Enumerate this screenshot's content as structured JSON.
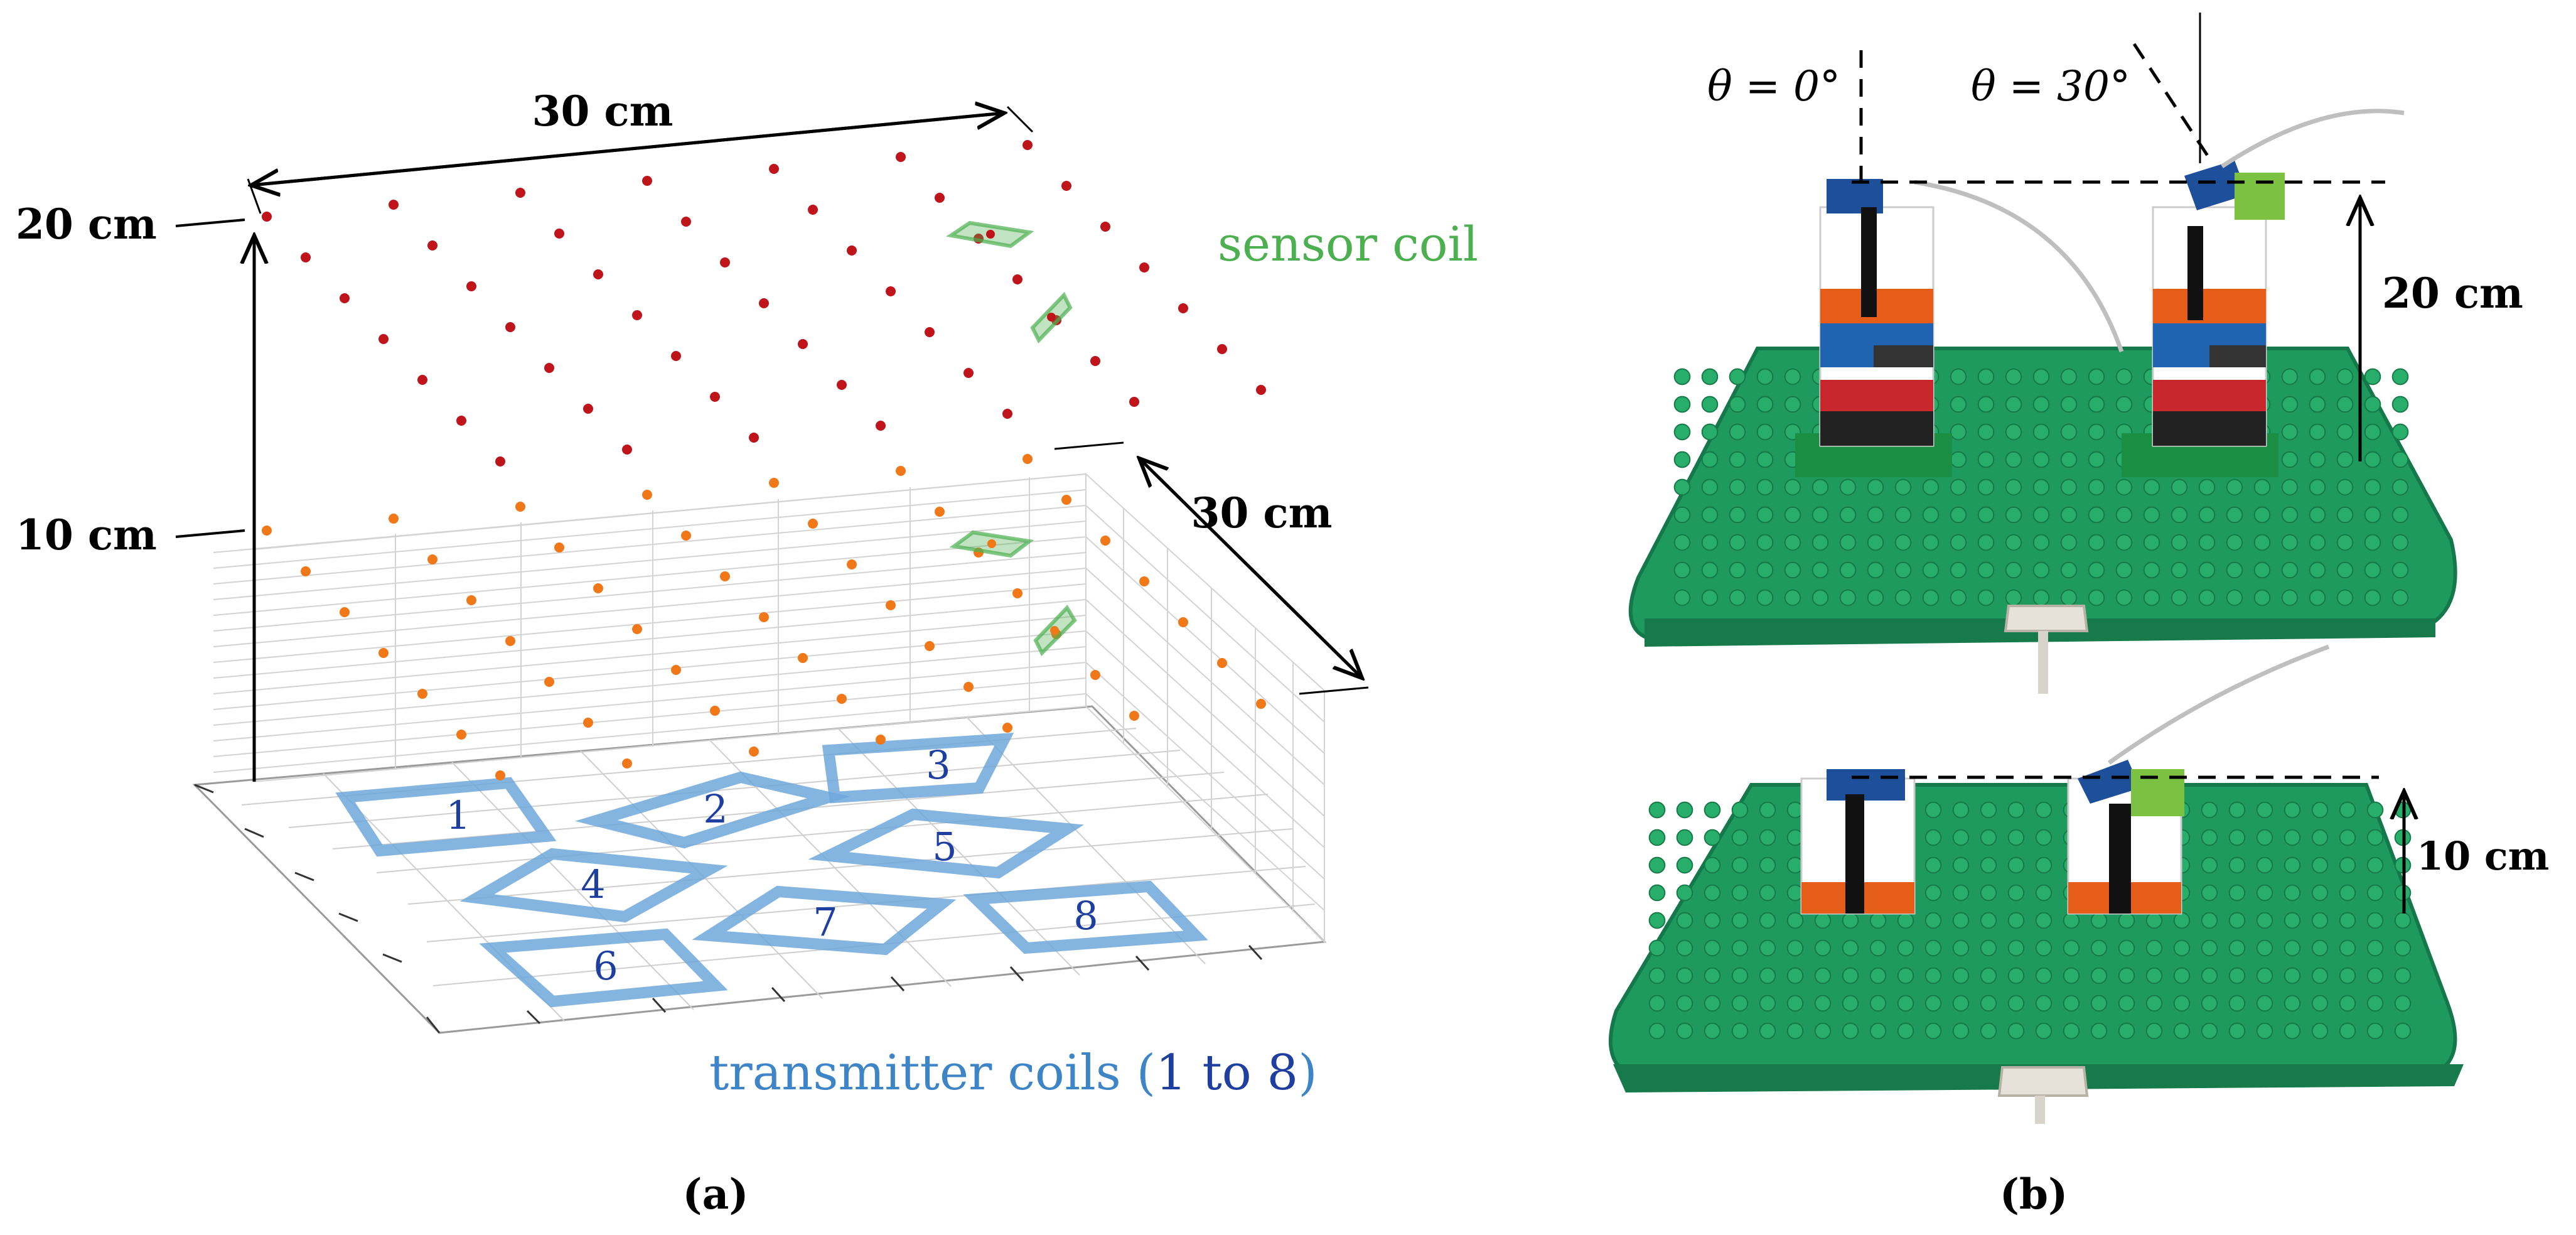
{
  "panel_a": {
    "dim_top": "30 cm",
    "dim_right": "30 cm",
    "height_20": "20 cm",
    "height_10": "10 cm",
    "sensor_label": "sensor coil",
    "transmitter_label_prefix": "transmitter coils (",
    "transmitter_label_range": "1 to 8",
    "transmitter_label_suffix": ")",
    "coil_numbers": [
      "1",
      "2",
      "3",
      "4",
      "5",
      "6",
      "7",
      "8"
    ],
    "caption": "(a)",
    "colors": {
      "upper_points": "#c0141b",
      "lower_points": "#f07818",
      "coil_outline": "#6fa8dc",
      "coil_numbers": "#1f3fa0",
      "sensor": "#4caf50"
    }
  },
  "panel_b": {
    "theta_0": "θ = 0°",
    "theta_30": "θ = 30°",
    "height_20": "20 cm",
    "height_10": "10 cm",
    "caption": "(b)"
  }
}
